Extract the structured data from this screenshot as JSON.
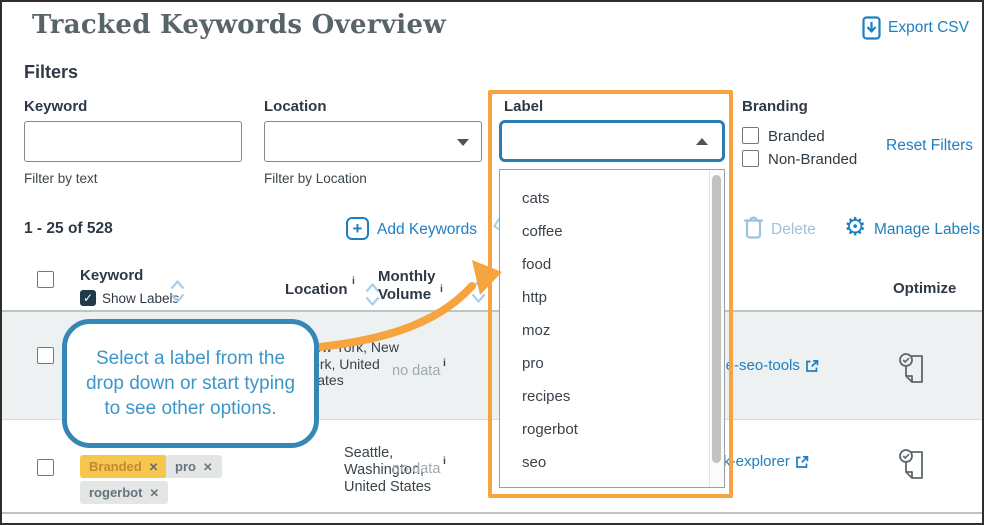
{
  "page": {
    "title": "Tracked Keywords Overview"
  },
  "actions": {
    "export_csv": "Export CSV",
    "add_keywords": "Add Keywords",
    "delete": "Delete",
    "manage_labels": "Manage Labels",
    "reset_filters": "Reset Filters"
  },
  "filters": {
    "heading": "Filters",
    "keyword": {
      "label": "Keyword",
      "value": "",
      "help": "Filter by text"
    },
    "location": {
      "label": "Location",
      "value": "",
      "help": "Filter by Location"
    },
    "label": {
      "label": "Label",
      "value": "",
      "options": [
        "cats",
        "coffee",
        "food",
        "http",
        "moz",
        "pro",
        "recipes",
        "rogerbot",
        "seo"
      ]
    },
    "branding": {
      "label": "Branding",
      "branded": "Branded",
      "non_branded": "Non-Branded"
    }
  },
  "pagination": {
    "range": "1 - 25 of 528"
  },
  "table": {
    "columns": {
      "keyword": "Keyword",
      "show_labels": "Show Labels",
      "location": "Location",
      "monthly_volume": "Monthly Volume",
      "optimize": "Optimize",
      "info_marker": "i"
    },
    "rows": [
      {
        "location": "New York, New York, United States",
        "monthly_volume": "no data",
        "page_link": "/free-seo-tools",
        "labels": []
      },
      {
        "location": "Seattle, Washington, United States",
        "monthly_volume": "no data",
        "page_link": "/link-explorer",
        "labels": [
          "Branded",
          "pro",
          "rogerbot"
        ]
      }
    ]
  },
  "callout": {
    "text": "Select a label from the drop down or start typing to see other options."
  },
  "icons": {
    "export": "file-download-icon",
    "add": "plus-square-icon",
    "apply_labels": "tag-icon",
    "delete": "trash-icon",
    "manage": "gear-icon",
    "sort": "sort-chevrons-icon",
    "external": "external-link-icon",
    "optimize": "page-check-icon",
    "remove_tag": "✕",
    "check": "✓",
    "gear_glyph": "⚙"
  },
  "colors": {
    "accent_blue": "#1d7fc1",
    "highlight_orange": "#f6a440",
    "callout_blue": "#3587b7",
    "callout_text": "#3c96c8",
    "branded_tag_bg": "#f6c64f",
    "gray_tag_bg": "#e3e6e5",
    "row_alt_bg": "#edf1f1",
    "title_gray": "#576568",
    "disabled_blue": "#9cc3de"
  }
}
